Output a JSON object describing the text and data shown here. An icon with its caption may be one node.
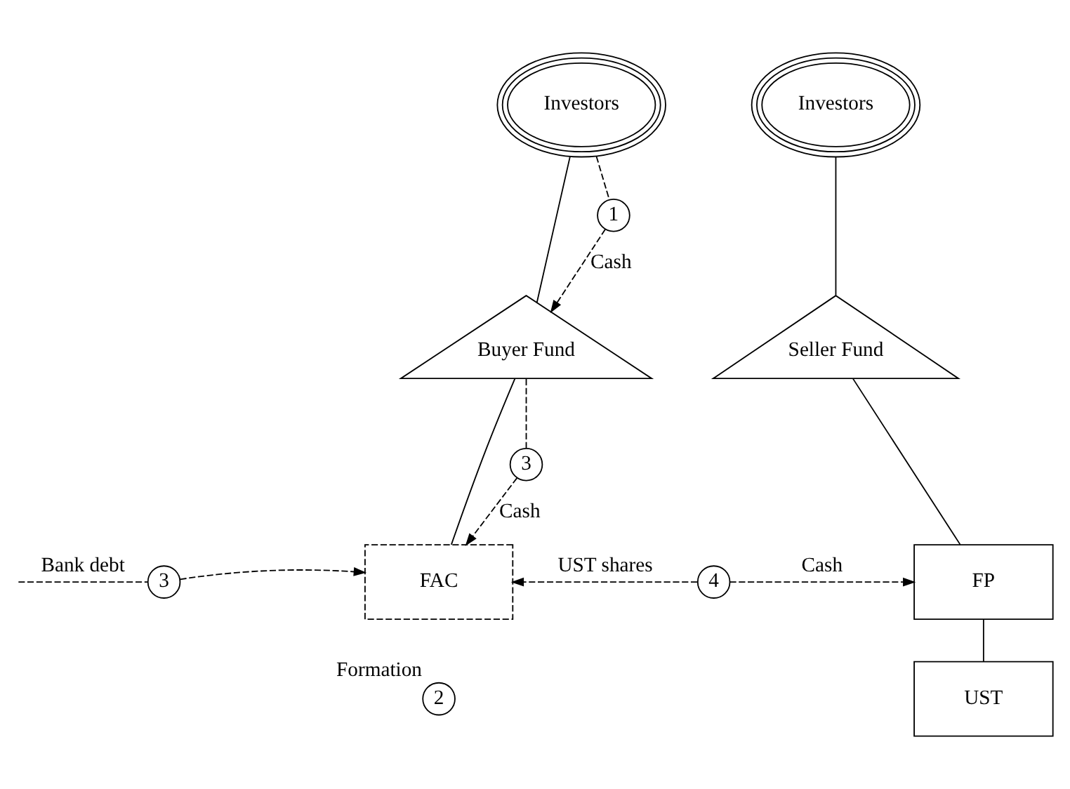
{
  "diagram": {
    "nodes": [
      {
        "text": [
          "Investors"
        ]
      },
      {
        "text": [
          "Investors"
        ]
      },
      {
        "text": [
          "1"
        ]
      },
      {
        "text": [
          "Buyer Fund"
        ]
      },
      {
        "text": [
          "Seller Fund"
        ]
      },
      {
        "text": [
          "3"
        ]
      },
      {
        "text": [
          "3"
        ]
      },
      {
        "text": [
          "FAC"
        ]
      },
      {
        "text": [
          "4"
        ]
      },
      {
        "text": [
          "FP"
        ]
      },
      {
        "text": [
          "2"
        ],
        "beside": [
          "Formation"
        ]
      },
      {
        "text": [
          "UST"
        ]
      }
    ],
    "edges": [
      {
        "from": 0,
        "to": 3,
        "arrow": "none"
      },
      {
        "from": 1,
        "to": 4,
        "arrow": "none"
      },
      {
        "from": 0,
        "to": 2,
        "arrow": "none",
        "style": "dashed"
      },
      {
        "from": 2,
        "to": 3,
        "arrow": "to",
        "style": "dashed",
        "label": "Cash"
      },
      {
        "from": 3,
        "to": 5,
        "arrow": "none",
        "style": "dashed"
      },
      {
        "from": 5,
        "to": 7,
        "arrow": "to",
        "style": "dashed",
        "label": "Cash"
      },
      {
        "from": null,
        "to": 6,
        "arrow": "none",
        "style": "dashed",
        "label": "Bank debt"
      },
      {
        "from": 6,
        "to": 7,
        "arrow": "to",
        "style": "dashed"
      },
      {
        "from": 3,
        "to": 7,
        "arrow": "none"
      },
      {
        "from": 4,
        "to": 9,
        "arrow": "none"
      },
      {
        "from": 8,
        "to": 7,
        "arrow": "to",
        "style": "dashed",
        "label": "UST shares"
      },
      {
        "from": 8,
        "to": 9,
        "arrow": "to",
        "style": "dashed",
        "label": "Cash"
      },
      {
        "from": 9,
        "to": 11,
        "arrow": "none"
      }
    ]
  }
}
